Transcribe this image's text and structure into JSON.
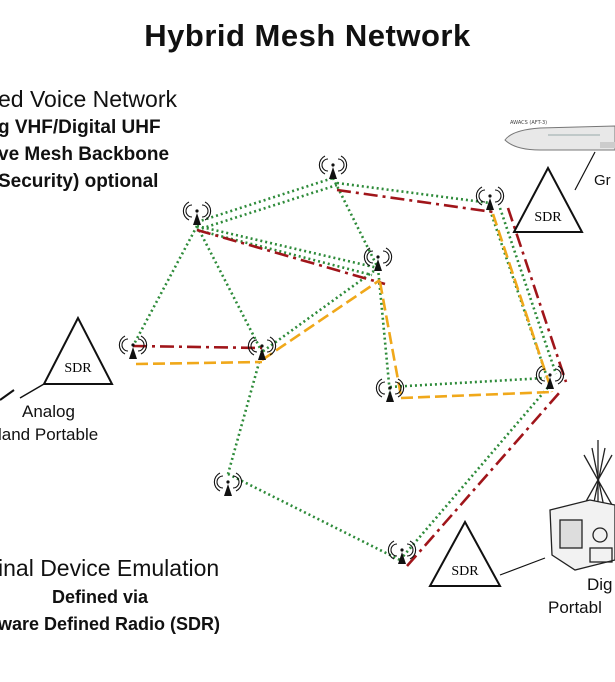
{
  "title": "Hybrid Mesh Network",
  "left_block": {
    "line1": "ed Voice Network",
    "line2": "g VHF/Digital UHF",
    "line3": "ve Mesh Backbone",
    "line4": "Security) optional"
  },
  "analog": {
    "line1": "Analog",
    "line2": "land Portable"
  },
  "bottom_block": {
    "line1": "inal Device Emulation",
    "line2": "Defined via",
    "line3": "ware Defined Radio (SDR)"
  },
  "right_labels": {
    "gr": "Gr",
    "digi1": "Dig",
    "digi2": "Portabl"
  },
  "sdr_label": "SDR",
  "aircraft_label": "AWACS (AFT-3)",
  "colors": {
    "green_link": "#2e8b3a",
    "red_link": "#a0151a",
    "orange_link": "#f0a81a",
    "node": "#111111"
  }
}
